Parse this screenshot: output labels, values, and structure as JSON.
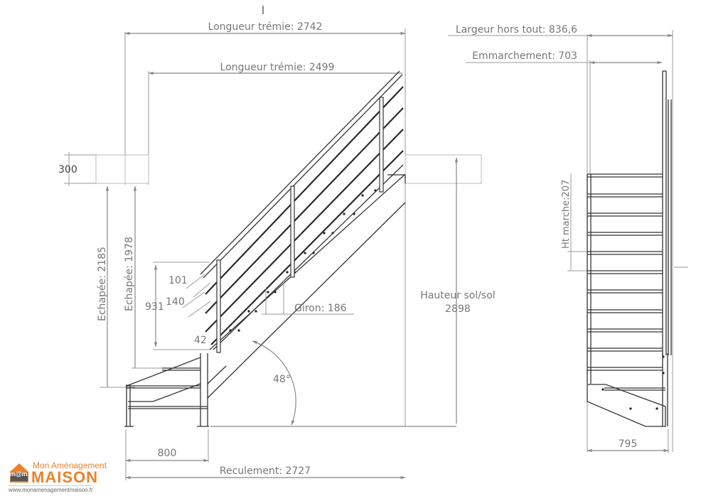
{
  "drawing": {
    "type": "staircase technical drawing",
    "views": [
      "side elevation",
      "front elevation"
    ],
    "side_view": {
      "dimensions": {
        "longueur_tremie_outer": "Longueur trémie: 2742",
        "longueur_tremie_inner": "Longueur trémie: 2499",
        "floor_thickness": "300",
        "echapee_outer": "Echapée: 2185",
        "echapee_inner": "Echapée: 1978",
        "railing_height": "931",
        "railing_gap_top": "101",
        "railing_gap_bar": "140",
        "railing_gap_bottom": "42",
        "giron": "Giron: 186",
        "angle": "48°",
        "hauteur_label": "Hauteur sol/sol",
        "hauteur_value": "2898",
        "landing_width": "800",
        "reculement": "Reculement: 2727"
      }
    },
    "front_view": {
      "dimensions": {
        "largeur_hors_tout": "Largeur hors tout: 836,6",
        "emmarchement": "Emmarchement: 703",
        "ht_marche": "Ht marche:207",
        "base_width": "795"
      }
    },
    "top_marker": "I"
  },
  "logo": {
    "top_text": "Mon Aménagement",
    "main_text": "MAISON",
    "badge_text": "m@m",
    "url": "www.monamenagementmaison.fr",
    "color": "#e8822a"
  }
}
